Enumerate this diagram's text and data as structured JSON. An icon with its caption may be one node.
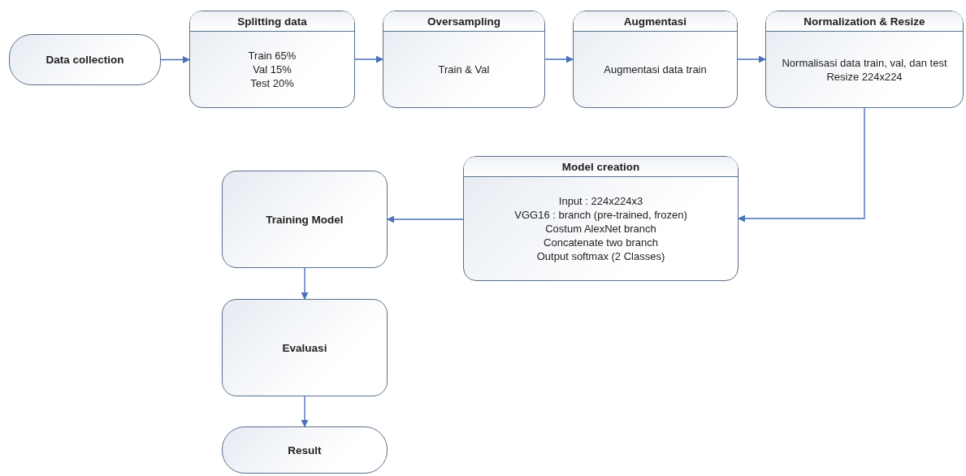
{
  "diagram": {
    "nodes": [
      {
        "text": [
          "Data collection"
        ]
      },
      {
        "text": [
          "Splitting data",
          "Train 65%",
          "Val 15%",
          "Test 20%"
        ]
      },
      {
        "text": [
          "Oversampling",
          "Train & Val"
        ]
      },
      {
        "text": [
          "Augmentasi",
          "Augmentasi data train"
        ]
      },
      {
        "text": [
          "Normalization & Resize",
          "Normalisasi data train, val, dan test",
          "Resize 224x224"
        ]
      },
      {
        "text": [
          "Model creation",
          "Input : 224x224x3",
          "VGG16 : branch (pre-trained, frozen)",
          "Costum AlexNet branch",
          "Concatenate two branch",
          "Output softmax (2 Classes)"
        ]
      },
      {
        "text": [
          "Training Model"
        ]
      },
      {
        "text": [
          "Evaluasi"
        ]
      },
      {
        "text": [
          "Result"
        ]
      }
    ],
    "edges": [
      {
        "from": 0,
        "to": 1,
        "arrow": "to"
      },
      {
        "from": 1,
        "to": 2,
        "arrow": "to"
      },
      {
        "from": 2,
        "to": 3,
        "arrow": "to"
      },
      {
        "from": 3,
        "to": 4,
        "arrow": "to"
      },
      {
        "from": 4,
        "to": 5,
        "arrow": "to"
      },
      {
        "from": 5,
        "to": 6,
        "arrow": "to"
      },
      {
        "from": 6,
        "to": 7,
        "arrow": "to"
      },
      {
        "from": 7,
        "to": 8,
        "arrow": "to"
      }
    ]
  }
}
